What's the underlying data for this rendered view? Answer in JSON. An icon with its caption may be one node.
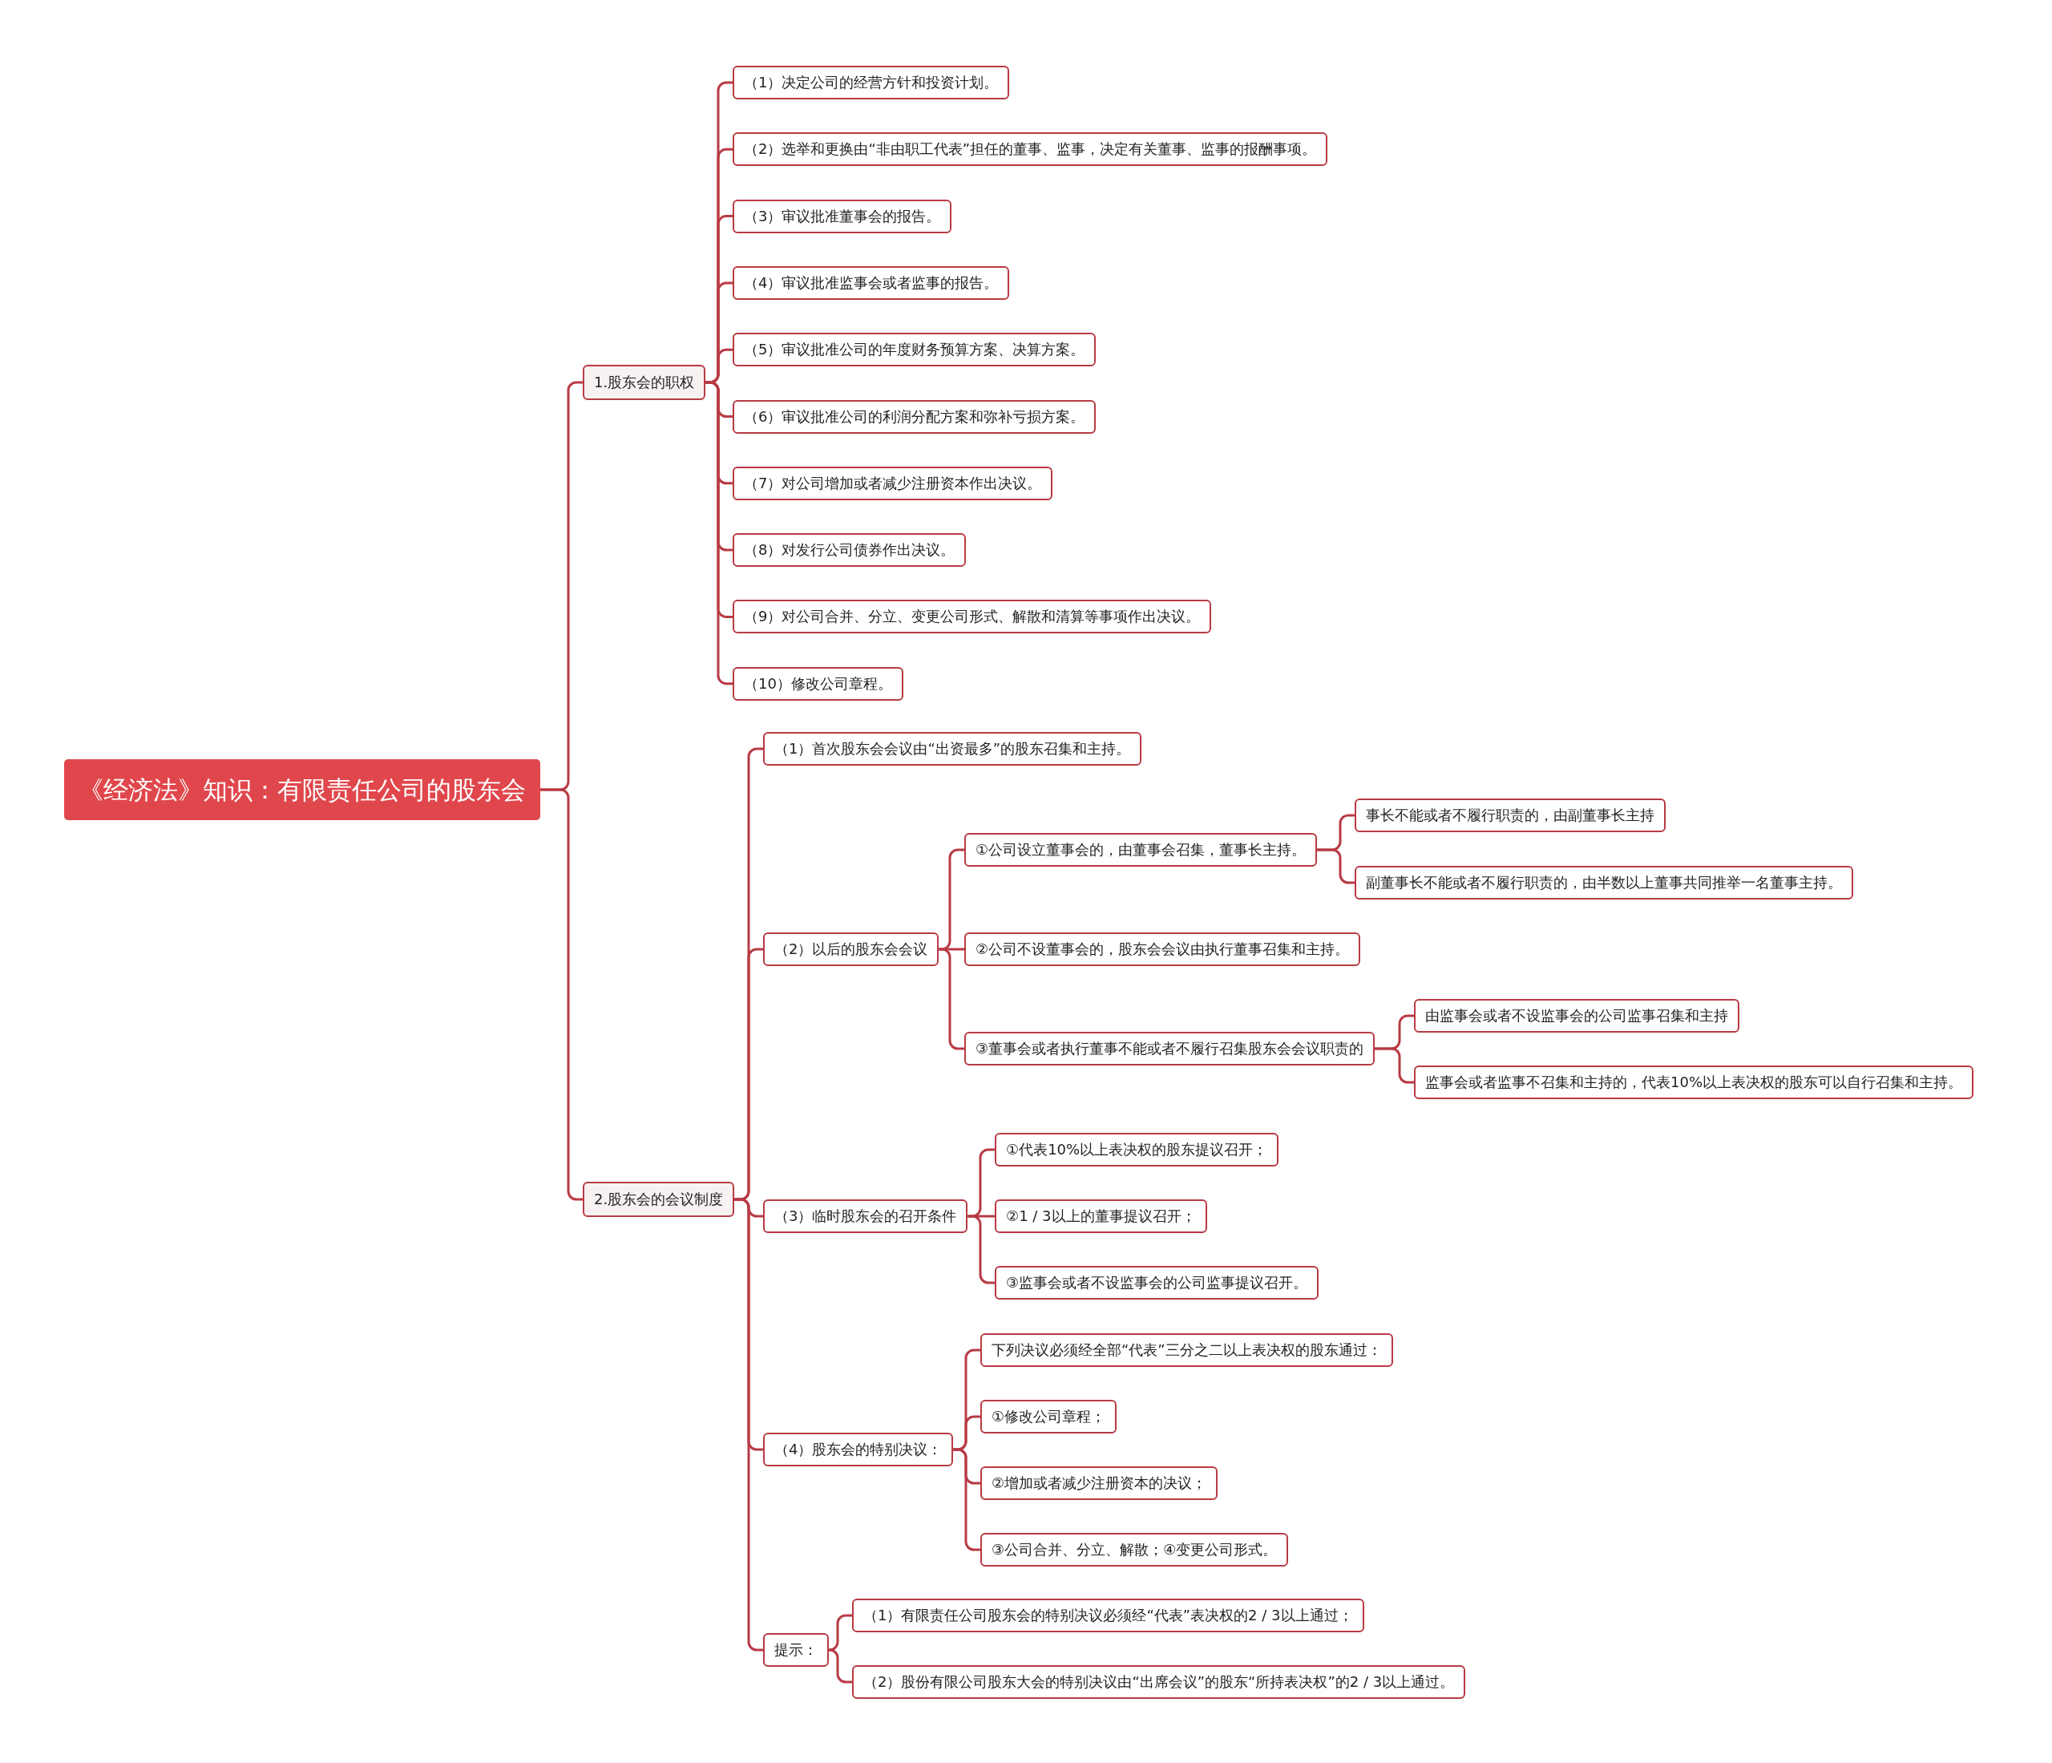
{
  "diagram": {
    "nodes": [
      {
        "text": [
          "《经济法》知识：有限责任公司的股东会"
        ]
      },
      {
        "text": [
          "1.股东会的职权"
        ]
      },
      {
        "text": [
          "（1）决定公司的经营方针和投资计划。"
        ]
      },
      {
        "text": [
          "（2）选举和更换由“非由职工代表”担任的董事、监事，决定有关董事、监事的报酬事项。"
        ]
      },
      {
        "text": [
          "（3）审议批准董事会的报告。"
        ]
      },
      {
        "text": [
          "（4）审议批准监事会或者监事的报告。"
        ]
      },
      {
        "text": [
          "（5）审议批准公司的年度财务预算方案、决算方案。"
        ]
      },
      {
        "text": [
          "（6）审议批准公司的利润分配方案和弥补亏损方案。"
        ]
      },
      {
        "text": [
          "（7）对公司增加或者减少注册资本作出决议。"
        ]
      },
      {
        "text": [
          "（8）对发行公司债券作出决议。"
        ]
      },
      {
        "text": [
          "（9）对公司合并、分立、变更公司形式、解散和清算等事项作出决议。"
        ]
      },
      {
        "text": [
          "（10）修改公司章程。"
        ]
      },
      {
        "text": [
          "2.股东会的会议制度"
        ]
      },
      {
        "text": [
          "（1）首次股东会会议由“出资最多”的股东召集和主持。"
        ]
      },
      {
        "text": [
          "（2）以后的股东会会议"
        ]
      },
      {
        "text": [
          "①公司设立董事会的，由董事会召集，董事长主持。"
        ]
      },
      {
        "text": [
          "事长不能或者不履行职责的，由副董事长主持"
        ]
      },
      {
        "text": [
          "副董事长不能或者不履行职责的，由半数以上董事共同推举一名董事主持。"
        ]
      },
      {
        "text": [
          "②公司不设董事会的，股东会会议由执行董事召集和主持。"
        ]
      },
      {
        "text": [
          "③董事会或者执行董事不能或者不履行召集股东会会议职责的"
        ]
      },
      {
        "text": [
          "由监事会或者不设监事会的公司监事召集和主持"
        ]
      },
      {
        "text": [
          "监事会或者监事不召集和主持的，代表10%以上表决权的股东可以自行召集和主持。"
        ]
      },
      {
        "text": [
          "（3）临时股东会的召开条件"
        ]
      },
      {
        "text": [
          "①代表10%以上表决权的股东提议召开；"
        ]
      },
      {
        "text": [
          "②1 / 3以上的董事提议召开；"
        ]
      },
      {
        "text": [
          "③监事会或者不设监事会的公司监事提议召开。"
        ]
      },
      {
        "text": [
          "（4）股东会的特别决议："
        ]
      },
      {
        "text": [
          "下列决议必须经全部“代表”三分之二以上表决权的股东通过："
        ]
      },
      {
        "text": [
          "①修改公司章程；"
        ]
      },
      {
        "text": [
          "②增加或者减少注册资本的决议；"
        ]
      },
      {
        "text": [
          "③公司合并、分立、解散；④变更公司形式。"
        ]
      },
      {
        "text": [
          "提示："
        ]
      },
      {
        "text": [
          "（1）有限责任公司股东会的特别决议必须经“代表”表决权的2 / 3以上通过；"
        ]
      },
      {
        "text": [
          "（2）股份有限公司股东大会的特别决议由“出席会议”的股东“所持表决权”的2 / 3以上通过。"
        ]
      }
    ],
    "edges": [
      {
        "from": 0,
        "to": 1,
        "arrow": "none"
      },
      {
        "from": 1,
        "to": 2,
        "arrow": "none"
      },
      {
        "from": 1,
        "to": 3,
        "arrow": "none"
      },
      {
        "from": 1,
        "to": 4,
        "arrow": "none"
      },
      {
        "from": 1,
        "to": 5,
        "arrow": "none"
      },
      {
        "from": 1,
        "to": 6,
        "arrow": "none"
      },
      {
        "from": 1,
        "to": 7,
        "arrow": "none"
      },
      {
        "from": 1,
        "to": 8,
        "arrow": "none"
      },
      {
        "from": 1,
        "to": 9,
        "arrow": "none"
      },
      {
        "from": 1,
        "to": 10,
        "arrow": "none"
      },
      {
        "from": 1,
        "to": 11,
        "arrow": "none"
      },
      {
        "from": 0,
        "to": 12,
        "arrow": "none"
      },
      {
        "from": 12,
        "to": 13,
        "arrow": "none"
      },
      {
        "from": 12,
        "to": 14,
        "arrow": "none"
      },
      {
        "from": 14,
        "to": 15,
        "arrow": "none"
      },
      {
        "from": 15,
        "to": 16,
        "arrow": "none"
      },
      {
        "from": 15,
        "to": 17,
        "arrow": "none"
      },
      {
        "from": 14,
        "to": 18,
        "arrow": "none"
      },
      {
        "from": 14,
        "to": 19,
        "arrow": "none"
      },
      {
        "from": 19,
        "to": 20,
        "arrow": "none"
      },
      {
        "from": 19,
        "to": 21,
        "arrow": "none"
      },
      {
        "from": 12,
        "to": 22,
        "arrow": "none"
      },
      {
        "from": 22,
        "to": 23,
        "arrow": "none"
      },
      {
        "from": 22,
        "to": 24,
        "arrow": "none"
      },
      {
        "from": 22,
        "to": 25,
        "arrow": "none"
      },
      {
        "from": 12,
        "to": 26,
        "arrow": "none"
      },
      {
        "from": 26,
        "to": 27,
        "arrow": "none"
      },
      {
        "from": 26,
        "to": 28,
        "arrow": "none"
      },
      {
        "from": 26,
        "to": 29,
        "arrow": "none"
      },
      {
        "from": 26,
        "to": 30,
        "arrow": "none"
      },
      {
        "from": 12,
        "to": 31,
        "arrow": "none"
      },
      {
        "from": 31,
        "to": 32,
        "arrow": "none"
      },
      {
        "from": 31,
        "to": 33,
        "arrow": "none"
      }
    ]
  }
}
